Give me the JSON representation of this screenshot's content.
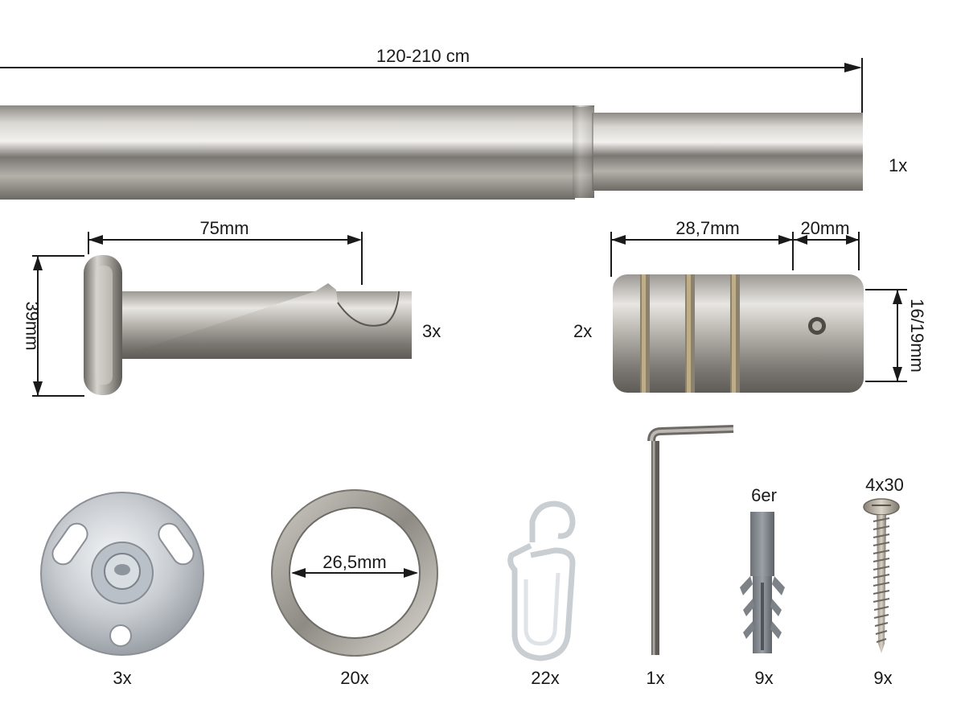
{
  "rod": {
    "length_label": "120-210 cm",
    "qty": "1x"
  },
  "bracket": {
    "depth_label": "75mm",
    "height_label": "39mm",
    "qty": "3x"
  },
  "finial": {
    "length_label": "28,7mm",
    "cap_label": "20mm",
    "diameter_label": "16/19mm",
    "qty": "2x"
  },
  "wall_plate": {
    "qty": "3x"
  },
  "ring": {
    "diameter_label": "26,5mm",
    "qty": "20x"
  },
  "hook": {
    "qty": "22x"
  },
  "allen_key": {
    "qty": "1x"
  },
  "dowel": {
    "size_label": "6er",
    "qty": "9x"
  },
  "screw": {
    "size_label": "4x30",
    "qty": "9x"
  },
  "colors": {
    "steel_light": "#d9d7d2",
    "steel_mid": "#a9a6a0",
    "steel_dark": "#6f6c67",
    "plug_grey": "#7d8288"
  }
}
